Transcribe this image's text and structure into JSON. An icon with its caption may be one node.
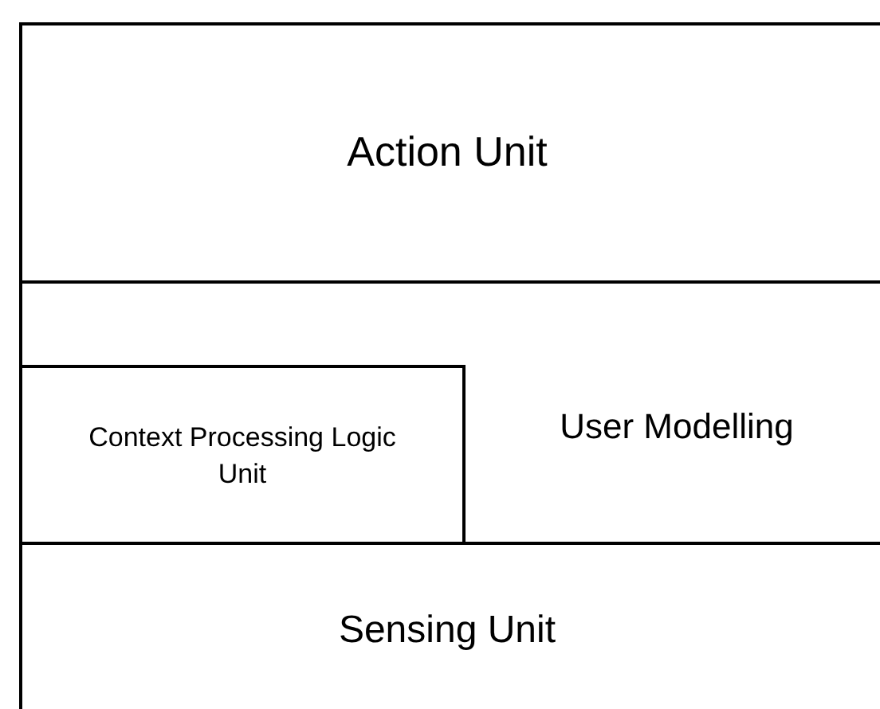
{
  "diagram": {
    "nodes": [
      {
        "text": [
          "Action Unit"
        ]
      },
      {
        "text": [
          "Context Processing Logic Unit"
        ]
      },
      {
        "text": [
          "User Modelling"
        ]
      },
      {
        "text": [
          "Sensing Unit"
        ]
      }
    ]
  }
}
